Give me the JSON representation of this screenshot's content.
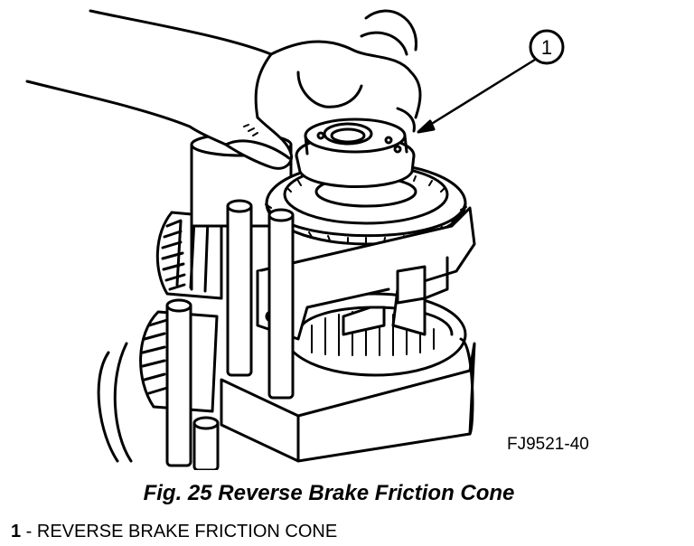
{
  "figure": {
    "callout_number": "1",
    "drawing_code": "FJ9521-40",
    "caption": "Fig. 25 Reverse Brake Friction Cone",
    "legend": [
      {
        "number": "1",
        "text": " - REVERSE BRAKE FRICTION CONE"
      }
    ]
  }
}
